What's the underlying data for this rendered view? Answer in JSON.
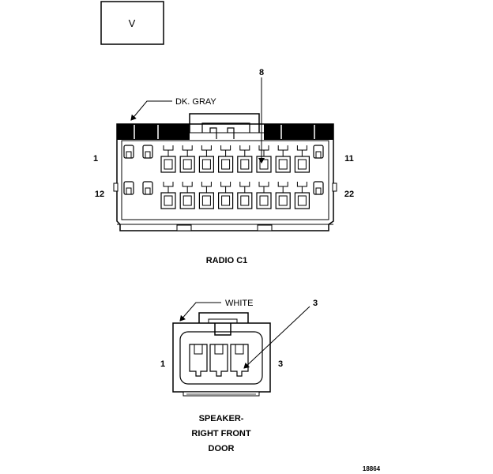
{
  "view_box_label": "V",
  "radio_connector": {
    "callout_color": "DK. GRAY",
    "callout_pin": "8",
    "pin_labels": {
      "top_left": "1",
      "top_right": "11",
      "bottom_left": "12",
      "bottom_right": "22"
    },
    "caption": "RADIO C1"
  },
  "speaker_connector": {
    "callout_color": "WHITE",
    "callout_pin": "3",
    "pin_labels": {
      "left": "1",
      "right": "3"
    },
    "caption_lines": [
      "SPEAKER-",
      "RIGHT FRONT",
      "DOOR"
    ]
  },
  "figure_id": "18864"
}
